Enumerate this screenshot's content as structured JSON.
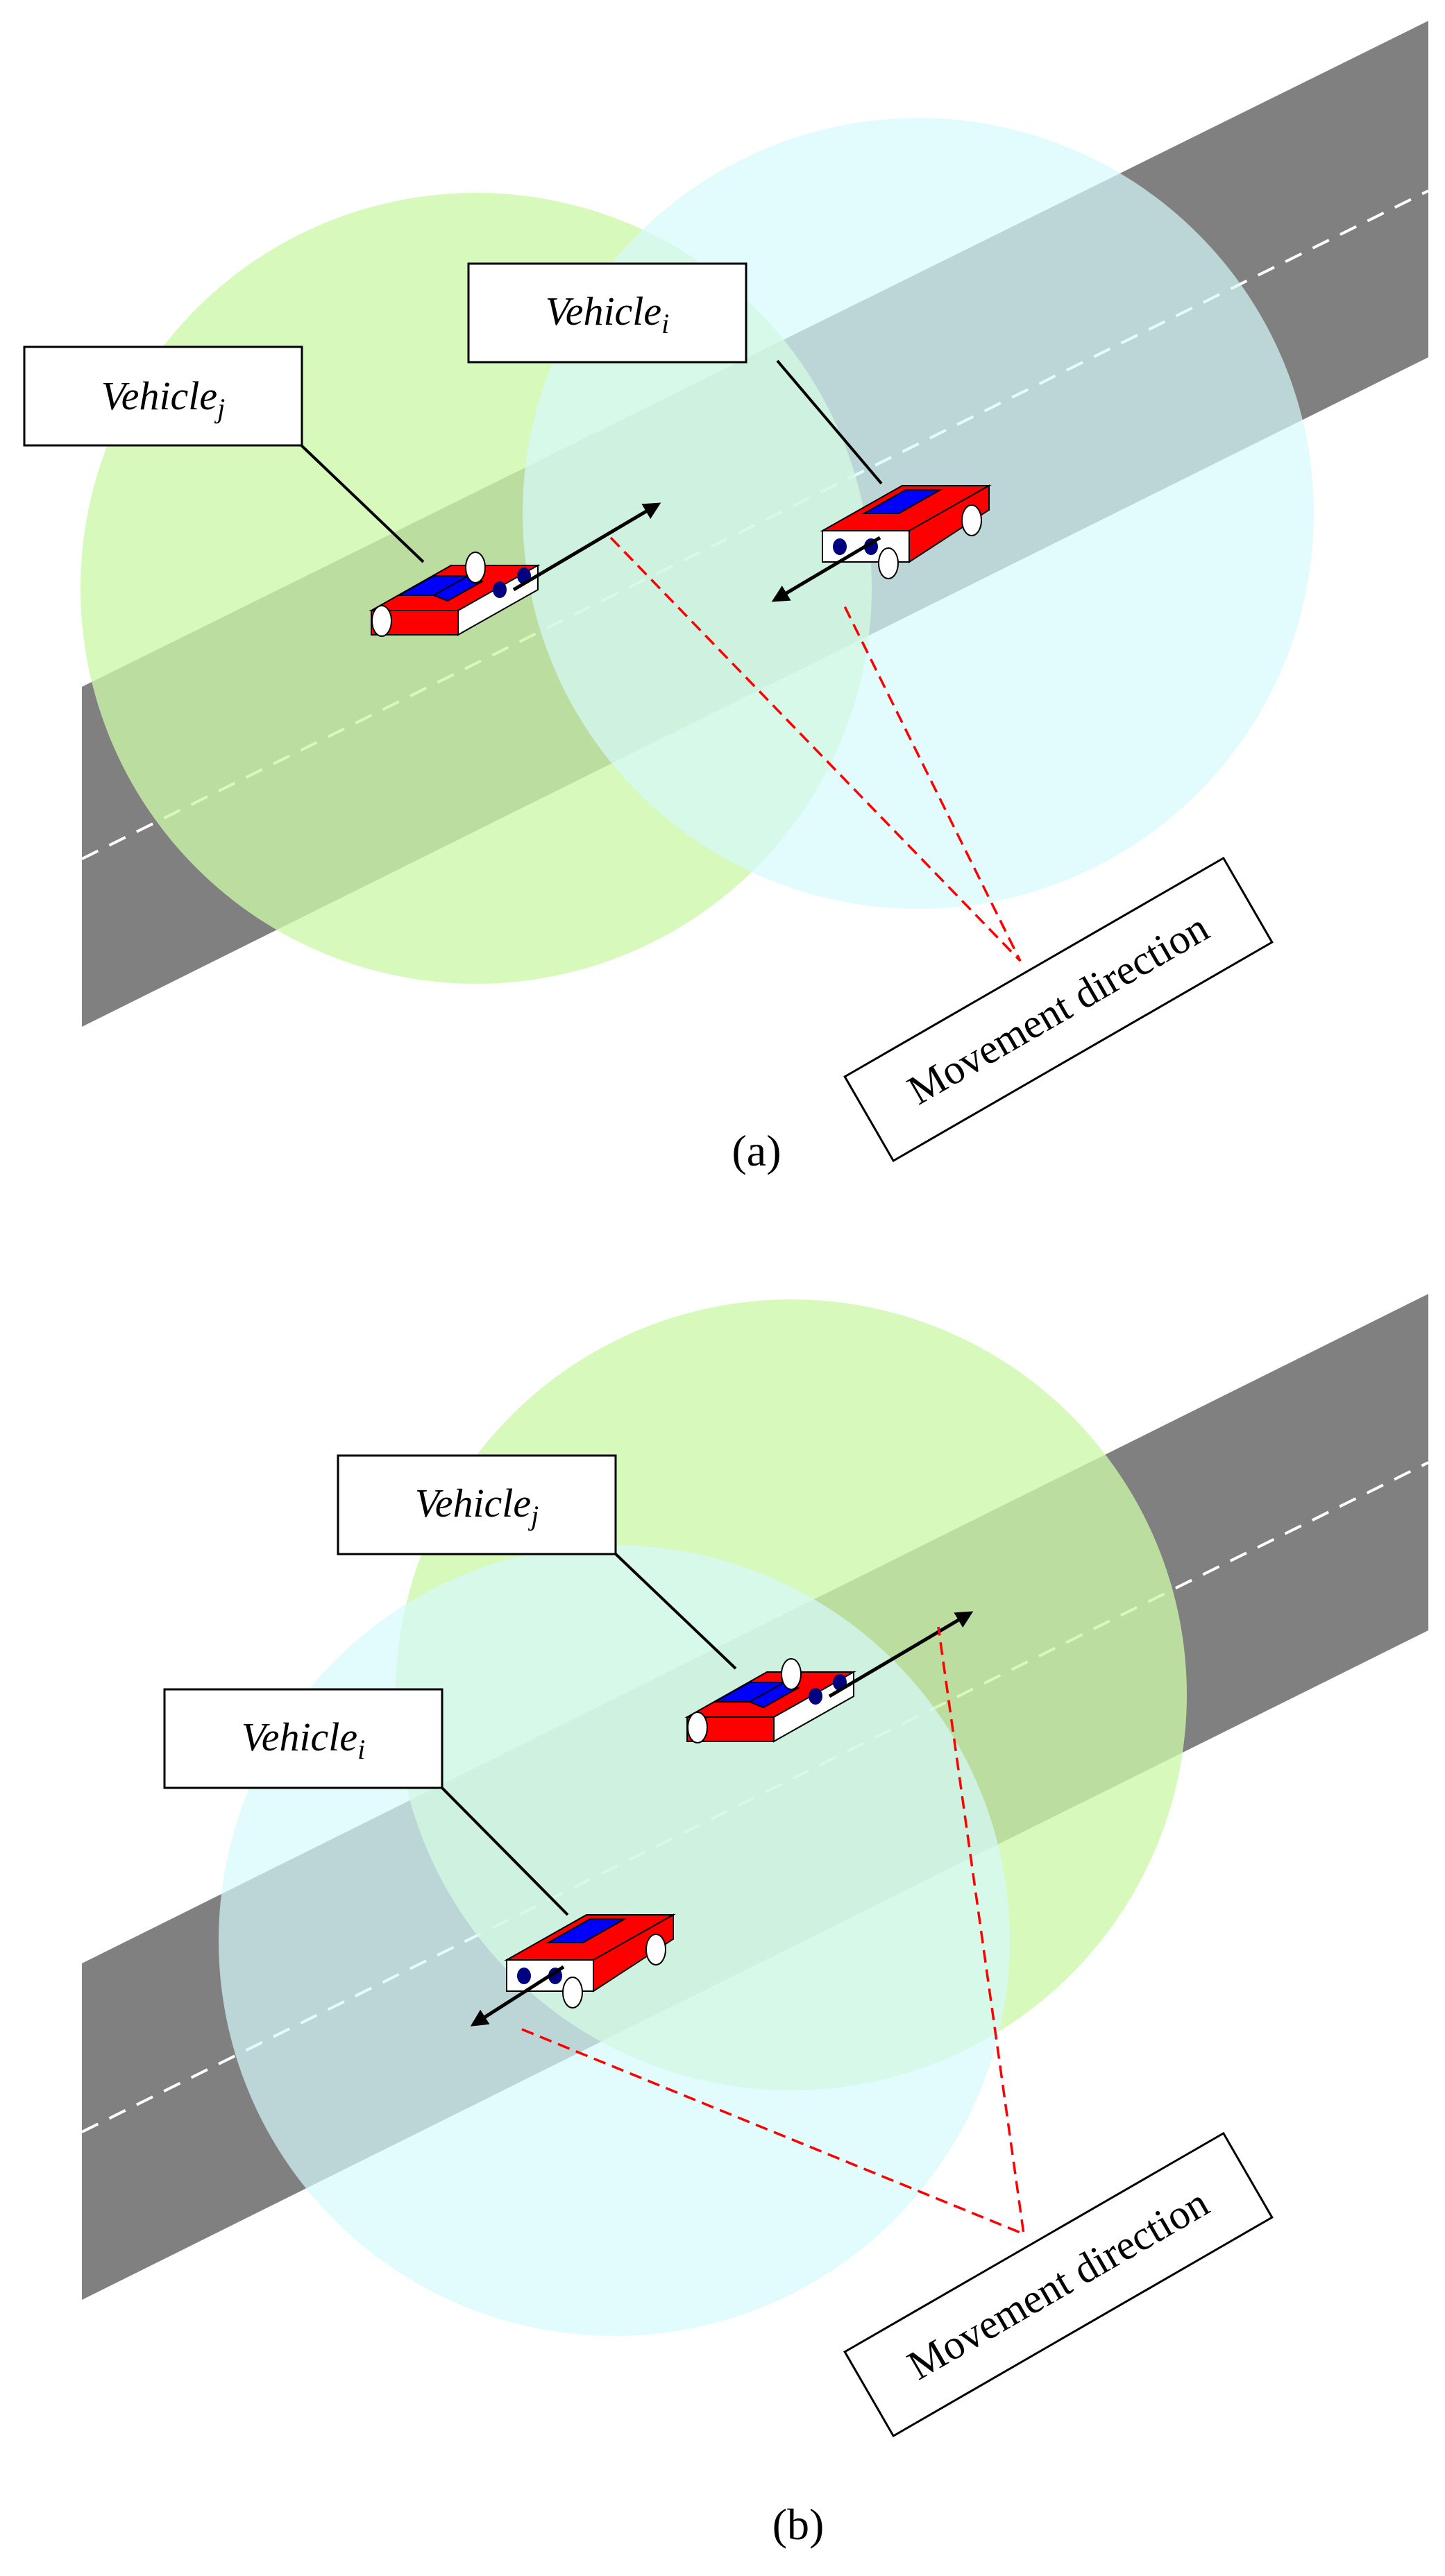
{
  "colors": {
    "road": "#808080",
    "lane_marking": "#ffffff",
    "range_j": "#ccf7a8",
    "range_i": "#d6fafc",
    "car_body": "#ff0000",
    "car_window": "#0000ff",
    "pointer": "#000000",
    "movement_line": "#ff0000"
  },
  "panels": [
    {
      "caption": "(a)",
      "vehicle_j": {
        "name": "Vehicle",
        "subscript": "j"
      },
      "vehicle_i": {
        "name": "Vehicle",
        "subscript": "i"
      },
      "movement_label": "Movement direction"
    },
    {
      "caption": "(b)",
      "vehicle_j": {
        "name": "Vehicle",
        "subscript": "j"
      },
      "vehicle_i": {
        "name": "Vehicle",
        "subscript": "i"
      },
      "movement_label": "Movement direction"
    }
  ]
}
